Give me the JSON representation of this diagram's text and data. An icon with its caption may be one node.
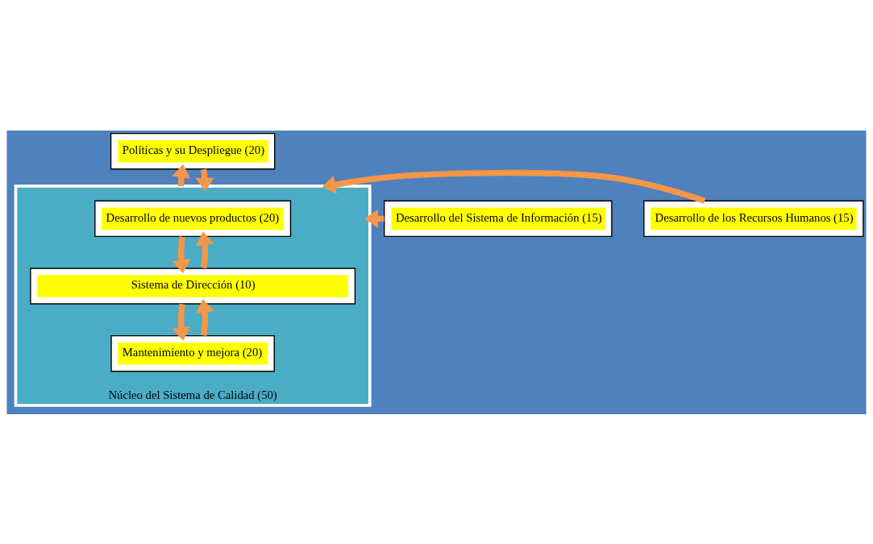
{
  "diagram": {
    "nodes": [
      {
        "text": [
          "Políticas y su Despliegue (20)"
        ]
      },
      {
        "text": [
          "Núcleo del Sistema de Calidad (50)"
        ]
      },
      {
        "text": [
          "Desarrollo de nuevos productos (20)"
        ],
        "in": 1
      },
      {
        "text": [
          "Mantenimiento y mejora (20)"
        ],
        "in": 1
      },
      {
        "text": [
          "Sistema de Dirección (10)"
        ],
        "in": 1
      },
      {
        "text": [
          "Desarrollo del Sistema de Información (15)"
        ]
      },
      {
        "text": [
          "Desarrollo de los Recursos Humanos (15)"
        ]
      }
    ],
    "edges": [
      {
        "from": 0,
        "to": 1,
        "arrow": "to"
      },
      {
        "from": 1,
        "to": 0,
        "arrow": "to"
      },
      {
        "from": 2,
        "to": 4,
        "arrow": "to"
      },
      {
        "from": 4,
        "to": 2,
        "arrow": "to"
      },
      {
        "from": 3,
        "to": 4,
        "arrow": "to"
      },
      {
        "from": 4,
        "to": 3,
        "arrow": "to"
      },
      {
        "from": 5,
        "to": 1,
        "arrow": "to"
      },
      {
        "from": 6,
        "to": 1,
        "arrow": "to"
      }
    ]
  }
}
